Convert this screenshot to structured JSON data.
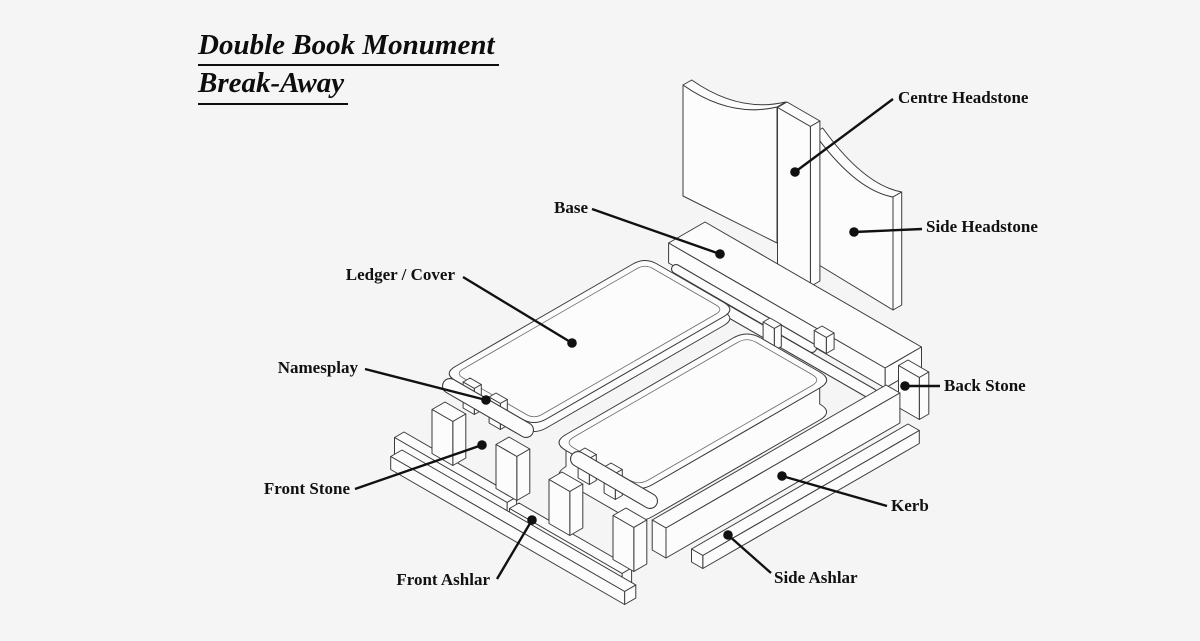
{
  "title": {
    "line1": "Double Book Monument",
    "line2": "Break-Away"
  },
  "diagram": {
    "name": "Double Book Monument exploded isometric drawing",
    "labels": [
      {
        "id": "centre-headstone",
        "text": "Centre Headstone"
      },
      {
        "id": "side-headstone",
        "text": "Side Headstone"
      },
      {
        "id": "base",
        "text": "Base"
      },
      {
        "id": "ledger-cover",
        "text": "Ledger / Cover"
      },
      {
        "id": "namesplay",
        "text": "Namesplay"
      },
      {
        "id": "front-stone",
        "text": "Front Stone"
      },
      {
        "id": "front-ashlar",
        "text": "Front Ashlar"
      },
      {
        "id": "back-stone",
        "text": "Back Stone"
      },
      {
        "id": "kerb",
        "text": "Kerb"
      },
      {
        "id": "side-ashlar",
        "text": "Side Ashlar"
      }
    ]
  },
  "colors": {
    "background": "#f5f5f5",
    "line": "#3b3b3b",
    "face": "#fcfcfc",
    "leader": "#111111",
    "text": "#111111"
  }
}
